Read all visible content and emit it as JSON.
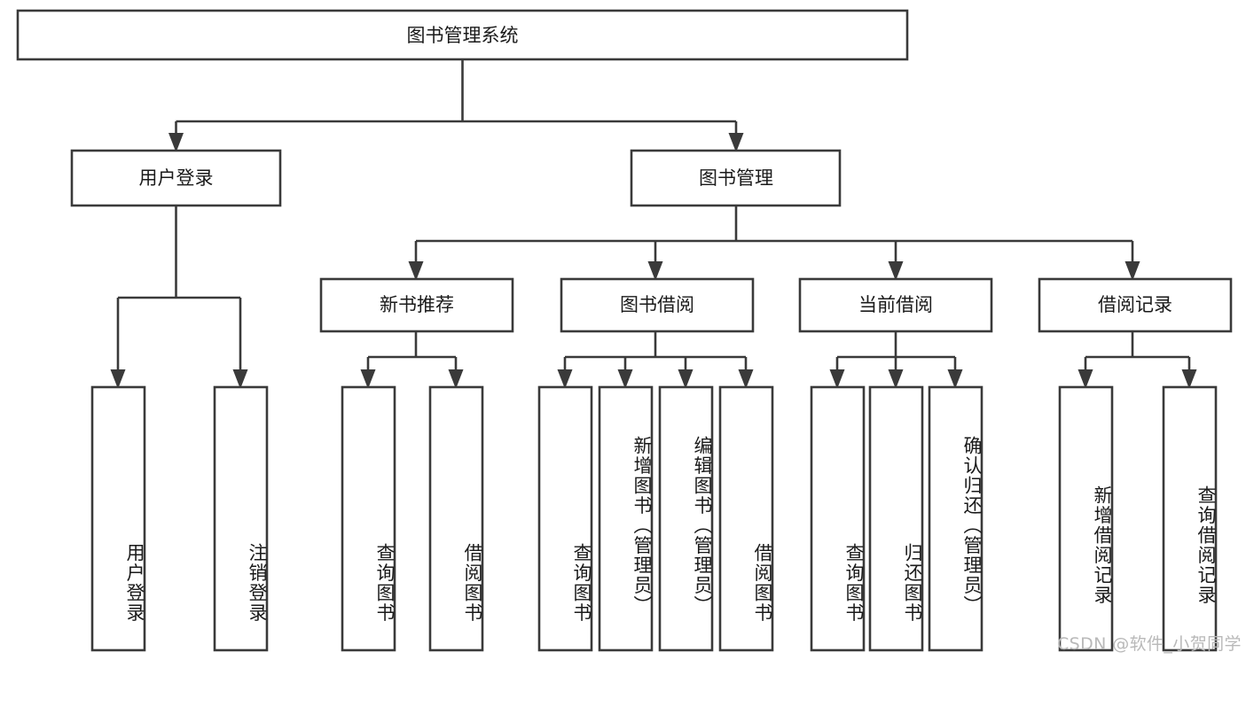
{
  "diagram": {
    "type": "tree",
    "title": "图书管理系统",
    "root": {
      "label": "图书管理系统"
    },
    "level2": [
      {
        "label": "用户登录"
      },
      {
        "label": "图书管理"
      }
    ],
    "level3": [
      {
        "label": "新书推荐"
      },
      {
        "label": "图书借阅"
      },
      {
        "label": "当前借阅"
      },
      {
        "label": "借阅记录"
      }
    ],
    "leaves": {
      "user_login": [
        {
          "label": "用户登录"
        },
        {
          "label": "注销登录"
        }
      ],
      "new_book_recommend": [
        {
          "label": "查询图书"
        },
        {
          "label": "借阅图书"
        }
      ],
      "book_borrow": [
        {
          "label": "查询图书"
        },
        {
          "label": "新增图书（管理员）"
        },
        {
          "label": "编辑图书（管理员）"
        },
        {
          "label": "借阅图书"
        }
      ],
      "current_borrow": [
        {
          "label": "查询图书"
        },
        {
          "label": "归还图书"
        },
        {
          "label": "确认归还（管理员）"
        }
      ],
      "borrow_record": [
        {
          "label": "新增借阅记录"
        },
        {
          "label": "查询借阅记录"
        }
      ]
    }
  },
  "watermark": {
    "text": "CSDN @软件_小贺同学"
  },
  "colors": {
    "stroke": "#3a3a3a",
    "box_fill": "#ffffff",
    "text": "#1a1a1a",
    "watermark": "#b9b9b9",
    "background": "#ffffff"
  }
}
